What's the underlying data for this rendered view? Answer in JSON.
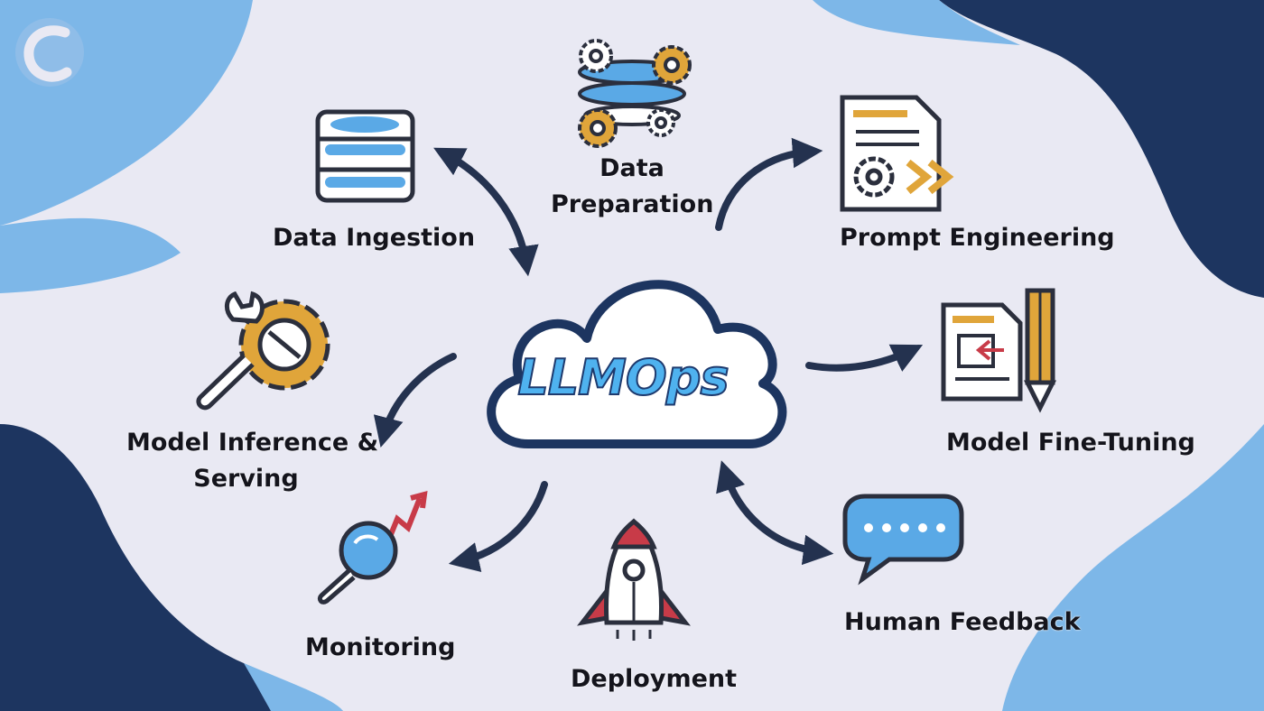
{
  "colors": {
    "background": "#e9e9f3",
    "navy": "#1e3a6e",
    "light_blue": "#7db7e8",
    "gold": "#e0a53a",
    "red": "#c83b48",
    "outline": "#2b2f3d"
  },
  "center": {
    "title": "LLMOps",
    "icon": "cloud-icon"
  },
  "logo": {
    "icon": "brand-logo-c-icon"
  },
  "stages": {
    "data_ingestion": {
      "line1": "Data Ingestion",
      "icon": "database-icon"
    },
    "data_preparation": {
      "line1": "Data",
      "line2": "Preparation",
      "icon": "gears-database-icon"
    },
    "prompt_engineering": {
      "line1": "Prompt Engineering",
      "icon": "document-gear-icon"
    },
    "model_fine_tuning": {
      "line1": "Model Fine-Tuning",
      "icon": "document-pencil-icon"
    },
    "human_feedback": {
      "line1": "Human Feedback",
      "icon": "chat-bubble-icon"
    },
    "deployment": {
      "line1": "Deployment",
      "icon": "rocket-icon"
    },
    "monitoring": {
      "line1": "Monitoring",
      "icon": "magnifier-chart-icon"
    },
    "model_inference": {
      "line1": "Model Inference &",
      "line2": "Serving",
      "icon": "gear-wrench-icon"
    }
  }
}
